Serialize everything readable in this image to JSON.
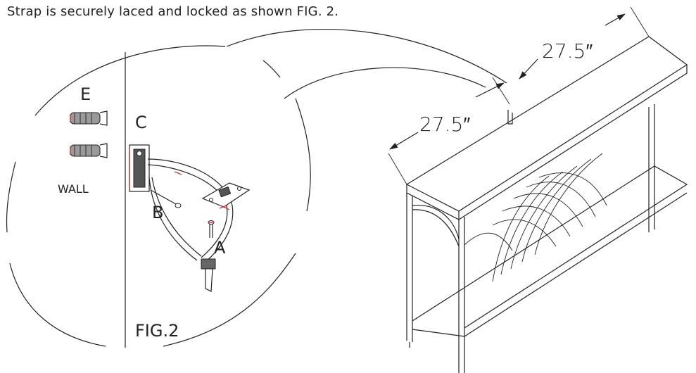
{
  "instruction": "Strap is securely laced and locked as shown FIG. 2.",
  "figure": {
    "title": "FIG.2",
    "wall_label": "WALL",
    "parts": {
      "a": "A",
      "b": "B",
      "c": "C",
      "e": "E"
    }
  },
  "dimensions": {
    "left": "27.5″",
    "right": "27.5″"
  },
  "colors": {
    "line": "#222222",
    "highlight": "#d23030",
    "anchor_fill": "#9a9a9a"
  }
}
